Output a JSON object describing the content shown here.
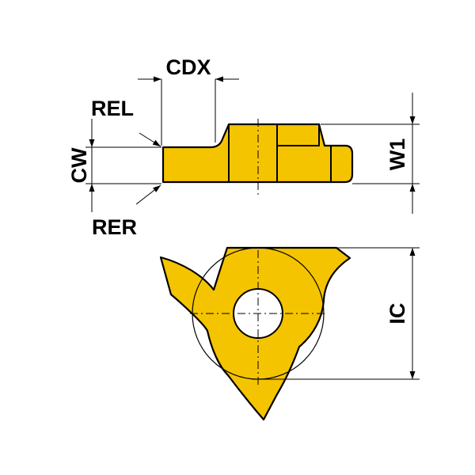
{
  "colors": {
    "insert_fill": "#F5C400",
    "outline": "#000000",
    "background": "#FFFFFF"
  },
  "labels": {
    "cdx": "CDX",
    "rel": "REL",
    "cw": "CW",
    "rer": "RER",
    "w1": "W1",
    "ic": "IC"
  }
}
